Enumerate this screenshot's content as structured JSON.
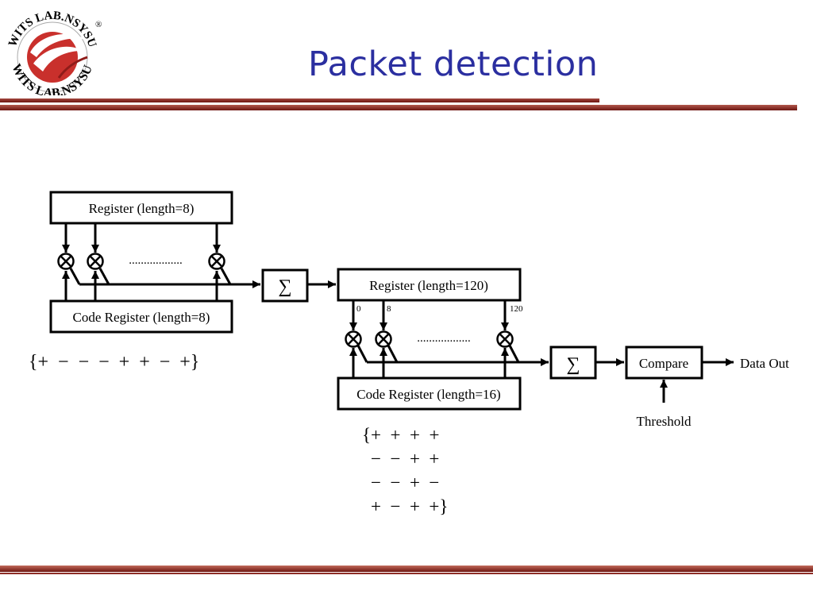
{
  "slide": {
    "title": "Packet detection"
  },
  "logo": {
    "text_top": "WITS LAB.NSYSU",
    "text_bottom": "WITS LAB.NSYSU",
    "registered_mark": "®"
  },
  "stage1": {
    "register_label": "Register (length=8)",
    "code_register_label": "Code Register (length=8)",
    "dots": "..................",
    "sum_symbol": "∑",
    "code_sequence": "{+  −  −  −  +  +  −  +}"
  },
  "stage2": {
    "register_label": "Register (length=120)",
    "tap_labels": [
      "0",
      "8",
      "120"
    ],
    "code_register_label": "Code Register (length=16)",
    "dots": "..................",
    "sum_symbol": "∑",
    "compare_label": "Compare",
    "output_label": "Data Out",
    "threshold_label": "Threshold",
    "code_sequence": [
      "{+  +  +  +",
      "−  −  +  +",
      "−  −  +  −",
      "+  −  +  +}"
    ]
  },
  "colors": {
    "title": "#2b2fa0",
    "bar_dark": "#6c1612",
    "bar_light": "#c26a5c",
    "logo_red": "#c9302c"
  }
}
